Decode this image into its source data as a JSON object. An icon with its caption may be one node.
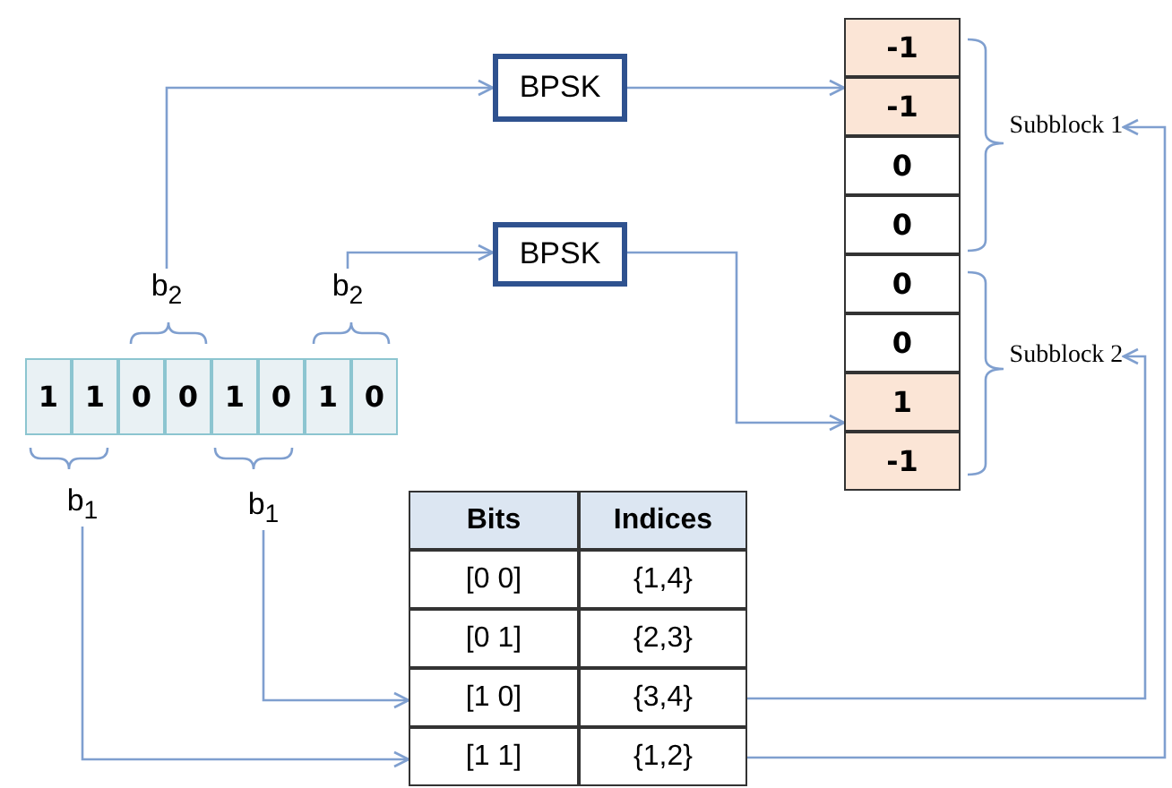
{
  "diagram": {
    "nodes": [
      {
        "text": [
          "BPSK"
        ]
      },
      {
        "text": [
          "BPSK"
        ]
      },
      {
        "text": [
          "-1"
        ]
      },
      {
        "text": [
          "-1"
        ]
      },
      {
        "text": [
          "0"
        ]
      },
      {
        "text": [
          "0"
        ]
      },
      {
        "text": [
          "0"
        ]
      },
      {
        "text": [
          "0"
        ]
      },
      {
        "text": [
          "1"
        ]
      },
      {
        "text": [
          "-1"
        ]
      },
      {
        "text": [
          "Subblock 1"
        ]
      },
      {
        "text": [
          "Subblock 2"
        ]
      },
      {
        "text": [
          "b$_{2}$"
        ]
      },
      {
        "text": [
          "b$_{2}$"
        ]
      },
      {
        "text": [
          "1"
        ]
      },
      {
        "text": [
          "1"
        ]
      },
      {
        "text": [
          "0"
        ]
      },
      {
        "text": [
          "0"
        ]
      },
      {
        "text": [
          "1"
        ]
      },
      {
        "text": [
          "0"
        ]
      },
      {
        "text": [
          "1"
        ]
      },
      {
        "text": [
          "0"
        ]
      },
      {
        "text": [
          "b$_{1}$"
        ]
      },
      {
        "text": [
          "b$_{1}$"
        ]
      },
      {
        "text": [
          "Bits"
        ]
      },
      {
        "text": [
          "Indices"
        ]
      },
      {
        "text": [
          "[0 0]"
        ]
      },
      {
        "text": [
          "{1,4}"
        ]
      },
      {
        "text": [
          "[0 1]"
        ]
      },
      {
        "text": [
          "{2,3}"
        ]
      },
      {
        "text": [
          "[1 0]"
        ]
      },
      {
        "text": [
          "{3,4}"
        ]
      },
      {
        "text": [
          "[1 1]"
        ]
      },
      {
        "text": [
          "{1,2}"
        ]
      }
    ],
    "edges": [
      {
        "from": 12,
        "to": 0,
        "arrow": "to"
      },
      {
        "from": 13,
        "to": 1,
        "arrow": "to"
      },
      {
        "from": 0,
        "to": 3,
        "arrow": "to"
      },
      {
        "from": 1,
        "to": 8,
        "arrow": "to"
      },
      {
        "from": 22,
        "to": 32,
        "arrow": "to"
      },
      {
        "from": 23,
        "to": 30,
        "arrow": "to"
      },
      {
        "from": 31,
        "to": 11,
        "arrow": "to"
      },
      {
        "from": 33,
        "to": 10,
        "arrow": "to"
      }
    ]
  }
}
